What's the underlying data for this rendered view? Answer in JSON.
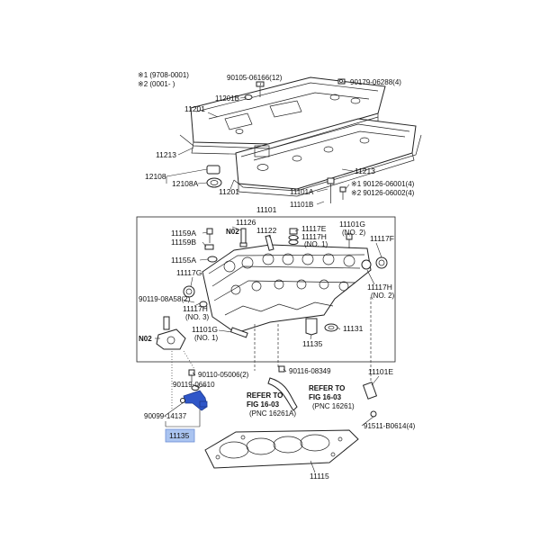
{
  "legend": {
    "line1": "※1  (9708-0001)",
    "line2": "※2  (0001-        )"
  },
  "labels": {
    "p90105": "90105-06166(12)",
    "p90179": "90179-06288(4)",
    "p11201B": "11201B",
    "p11201_top": "11201",
    "p11213_left": "11213",
    "p12108": "12108",
    "p12108A": "12108A",
    "p11201_bottom": "11201",
    "p11213_right": "11213",
    "p11101A": "11101A",
    "p11101B": "11101B",
    "p90126_1": "※1 90126-06001(4)",
    "p90126_2": "※2 90126-06002(4)",
    "p11101": "11101",
    "p11126": "11126",
    "p11159A": "11159A",
    "p11159B": "11159B",
    "pN02_a": "N02",
    "p11122": "11122",
    "p11117E": "11117E",
    "p11117H_a": "11117H",
    "pNo1_a": "(NO. 1)",
    "p11101G_top": "11101G",
    "pNo2_a": "(NO. 2)",
    "p11117F": "11117F",
    "p11155A": "11155A",
    "p11117G": "11117G",
    "p90119_08": "90119-08A58(2)",
    "p11117H_b": "11117H",
    "pNo3": "(NO. 3)",
    "p11117H_c": "11117H",
    "pNo2_b": "(NO. 2)",
    "pN02_b": "N02",
    "p11101G_bottom": "11101G",
    "pNo1_b": "(NO. 1)",
    "p11135_mid": "11135",
    "p11131": "11131",
    "p90110": "90110-05006(2)",
    "p90116": "90116-08349",
    "p11101E": "11101E",
    "p90119_06": "90119-06610",
    "refer1_a": "REFER TO",
    "refer1_b": "FIG 16-03",
    "refer1_c": "(PNC 16261A)",
    "refer2_a": "REFER TO",
    "refer2_b": "FIG 16-03",
    "refer2_c": "(PNC 16261)",
    "p90099": "90099-14137",
    "p91511": "91511-B0614(4)",
    "p11135_highlight": "11135",
    "p11115": "11115"
  },
  "colors": {
    "highlight_fill": "#aac4f0",
    "highlight_stroke": "#6d8fd6",
    "part_blue": "#2f56c8",
    "line": "#222222"
  },
  "icons": {
    "bolt": "bolt-icon",
    "washer": "washer-icon",
    "seal": "seal-icon",
    "plug": "plug-icon"
  }
}
